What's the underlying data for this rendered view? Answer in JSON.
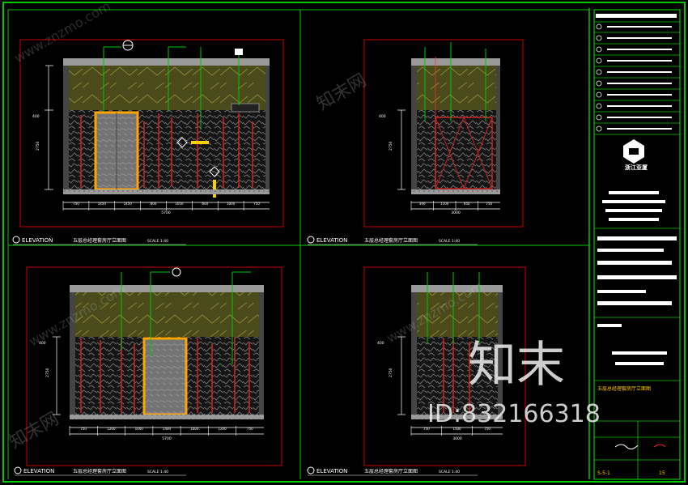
{
  "sheet": {
    "title_word": "ELEVATION",
    "view_titles": [
      "五层总经理套房厅立面图",
      "五层总经理套房厅立面图",
      "五层总经理套房厅立面图",
      "五层总经理套房厅立面图"
    ],
    "scale_label": "SCALE 1:40"
  },
  "elevations": [
    {
      "dims_bottom": [
        "750",
        "1450",
        "1450",
        "600",
        "1050",
        "600",
        "1000",
        "750"
      ],
      "dim_total": "5700",
      "dims_left": [
        "400",
        "2750"
      ]
    },
    {
      "dims_bottom": [
        "300",
        "1100",
        "650",
        "750"
      ],
      "dim_total": "3000",
      "dims_left": [
        "400",
        "2750"
      ]
    },
    {
      "dims_bottom": [
        "750",
        "1200",
        "1000",
        "1400",
        "1000",
        "1200",
        "750"
      ],
      "dim_total": "5700",
      "dims_left": [
        "400",
        "2750"
      ]
    },
    {
      "dims_bottom": [
        "750",
        "1500",
        "750"
      ],
      "dim_total": "3000",
      "dims_left": [
        "400",
        "2750"
      ]
    }
  ],
  "title_block": {
    "company_logo_text": "浙江亚厦",
    "project_title": "五层总经理套房厅立面图",
    "drawing_no": "S-5-1",
    "sheet_no": "15"
  },
  "watermark": {
    "brand": "知末",
    "site": "知末网",
    "url": "www.znzmo.com",
    "id_text": "ID:832166318"
  },
  "colors": {
    "frame": "#00c800",
    "viewport": "#c80000",
    "panel": "#4a4a1a",
    "door": "#ffa500"
  }
}
